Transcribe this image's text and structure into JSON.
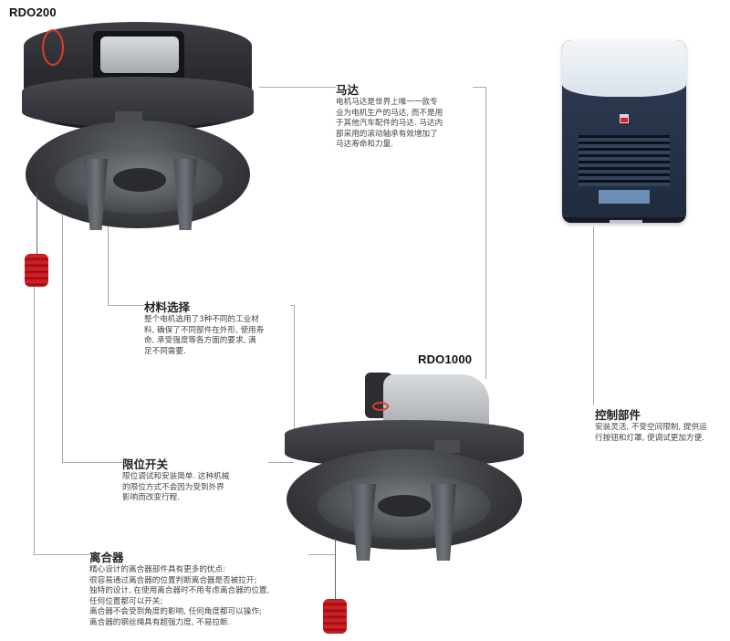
{
  "models": {
    "small": "RDO200",
    "large": "RDO1000"
  },
  "callouts": {
    "motor": {
      "title": "马达",
      "body": "电机马达是世界上唯一一款专\n业为电机生产的马达, 而不是用\n于其他汽车配件的马达. 马达内\n部采用的滚动轴承有效增加了\n马达寿命和力量."
    },
    "material": {
      "title": "材料选择",
      "body": "整个电机选用了3种不同的工业材\n料, 确保了不同部件在外形, 使用寿\n命, 承受强度等各方面的要求, 满\n足不同需要."
    },
    "limit_switch": {
      "title": "限位开关",
      "body": "限位调试和安装简单. 这种机械\n的限位方式不会因为受到外界\n影响而改变行程."
    },
    "clutch": {
      "title": "离合器",
      "body": "精心设计的离合器部件具有更多的优点:\n很容易通过离合器的位置判断离合器是否被拉开;\n独特的设计, 在使用离合器时不用考虑离合器的位置,\n任何位置都可以开关;\n离合器不会受到角度的影响, 任何角度都可以操作;\n离合器的钢丝绳具有超强力度, 不易拉断."
    },
    "control": {
      "title": "控制部件",
      "body": "安装灵活, 不受空间限制, 提供运\n行按钮和灯罩, 使调试更加方便."
    }
  },
  "colors": {
    "line": "#a8a8a8",
    "housing": "#2a2c31",
    "weight_red": "#c4161c",
    "control_blue": "#1f2a3d",
    "control_cover": "#e6edf3"
  }
}
